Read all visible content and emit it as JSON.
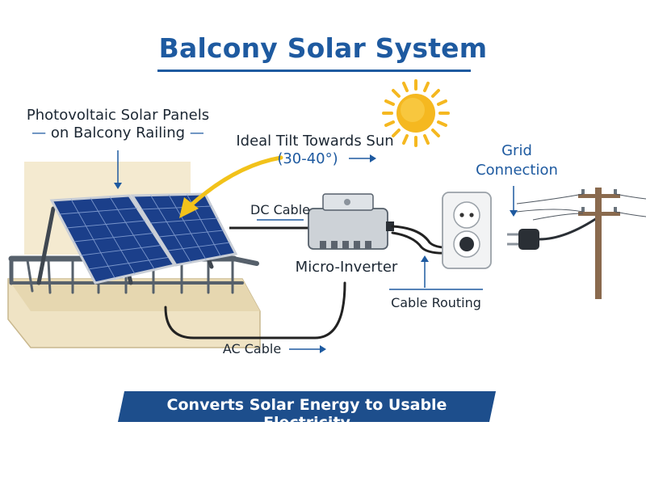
{
  "title": "Balcony Solar System",
  "labels": {
    "panels_line1": "Photovoltaic Solar Panels",
    "panels_line2": "on Balcony Railing",
    "tilt_line1": "Ideal Tilt Towards Sun",
    "tilt_line2": "(30-40°)",
    "grid_line1": "Grid",
    "grid_line2": "Connection",
    "dc_cable": "DC Cable",
    "micro_inverter": "Micro-Inverter",
    "cable_routing": "Cable Routing",
    "ac_cable": "AC Cable"
  },
  "banner": "Converts Solar Energy to Usable Electricity",
  "colors": {
    "title_blue": "#1e5aa0",
    "banner_blue": "#1d4e8c",
    "panel_blue": "#1b3f8a",
    "sun_yellow": "#f5b820",
    "arrow_yellow": "#f2c21a",
    "wall_cream": "#f4ead0",
    "pole_brown": "#8a6a4e"
  },
  "icons": [
    "sun-icon",
    "solar-panel-icon",
    "micro-inverter-icon",
    "wall-socket-icon",
    "plug-icon",
    "utility-pole-icon"
  ]
}
